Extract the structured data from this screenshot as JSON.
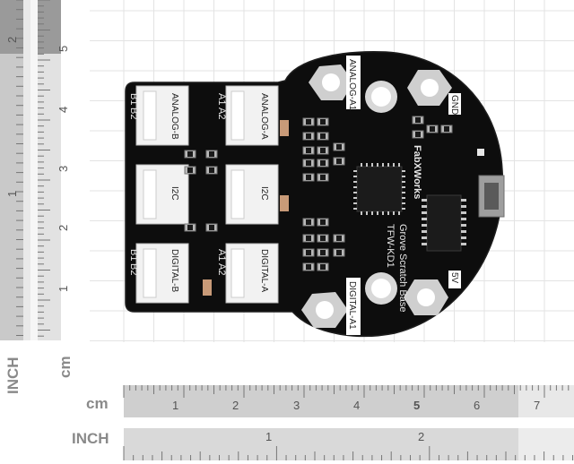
{
  "left_ruler": {
    "cm_numbers": [
      "1",
      "2",
      "3",
      "4",
      "5"
    ],
    "inch_numbers": [
      "1",
      "2"
    ],
    "inch_label": "INCH",
    "cm_label": "cm"
  },
  "bottom_ruler": {
    "cm_label": "cm",
    "cm_numbers": [
      "1",
      "2",
      "3",
      "4",
      "5",
      "6",
      "7"
    ],
    "inch_label": "INCH",
    "inch_numbers": [
      "1",
      "2"
    ]
  },
  "board": {
    "brand": "FabXWorks",
    "product": "Grove Scratch Base",
    "model": "TFW-KD1",
    "labels": {
      "analog_a1": "ANALOG-A1",
      "digital_a1": "DIGITAL-A1",
      "gnd": "GND",
      "five_v": "5V",
      "analog_b": "ANALOG-B",
      "analog_a": "ANALOG-A",
      "i2c_left": "I2C",
      "i2c_right": "I2C",
      "digital_b": "DIGITAL-B",
      "digital_a": "DIGITAL-A",
      "b1_top": "B1",
      "b2_top": "B2",
      "a1_top": "A1",
      "a2_top": "A2",
      "b1_bottom": "B1",
      "b2_bottom": "B2",
      "a1_bottom": "A1",
      "a2_bottom": "A2"
    }
  }
}
